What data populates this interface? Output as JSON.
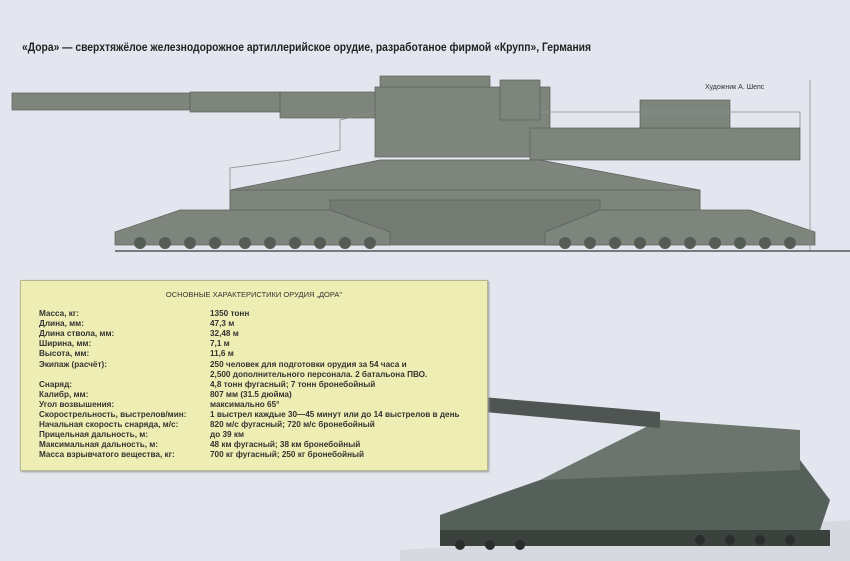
{
  "title": "«Дора» — сверхтяжёлое железнодорожное артиллерийское орудие, разработаное фирмой «Крупп», Германия",
  "artist": "Художник А. Шепс",
  "specs": {
    "heading": "ОСНОВНЫЕ ХАРАКТЕРИСТИКИ ОРУДИЯ „ДОРА\"",
    "rows": [
      {
        "k": "Масса, кг:",
        "v": "1350 тонн"
      },
      {
        "k": "Длина, мм:",
        "v": "47,3 м"
      },
      {
        "k": "Длина ствола, мм:",
        "v": "32,48 м"
      },
      {
        "k": "Ширина, мм:",
        "v": "7,1 м"
      },
      {
        "k": "Высота, мм:",
        "v": "11,6 м"
      },
      {
        "k": "Экипаж (расчёт):",
        "v": "250 человек для подготовки орудия за 54 часа и"
      },
      {
        "k": "",
        "v": "2,500 дополнительного персонала. 2 батальона ПВО."
      },
      {
        "k": "Снаряд:",
        "v": "4,8 тонн фугасный; 7 тонн бронебойный"
      },
      {
        "k": "Калибр, мм:",
        "v": "807 мм (31.5 дюйма)"
      },
      {
        "k": "Угол возвышения:",
        "v": "максимально 65°"
      },
      {
        "k": "Скорострельность, выстрелов/мин:",
        "v": "1 выстрел каждые 30—45 минут или до 14 выстрелов в день"
      },
      {
        "k": "Начальная скорость снаряда, м/с:",
        "v": "820 м/с фугасный; 720 м/с бронебойный"
      },
      {
        "k": "Прицельная дальность, м:",
        "v": "до 39 км"
      },
      {
        "k": "Максимальная дальность, м:",
        "v": "48 км фугасный; 38 км бронебойный"
      },
      {
        "k": "Масса взрывчатого вещества, кг:",
        "v": "700 кг фугасный; 250 кг бронебойный"
      }
    ]
  }
}
